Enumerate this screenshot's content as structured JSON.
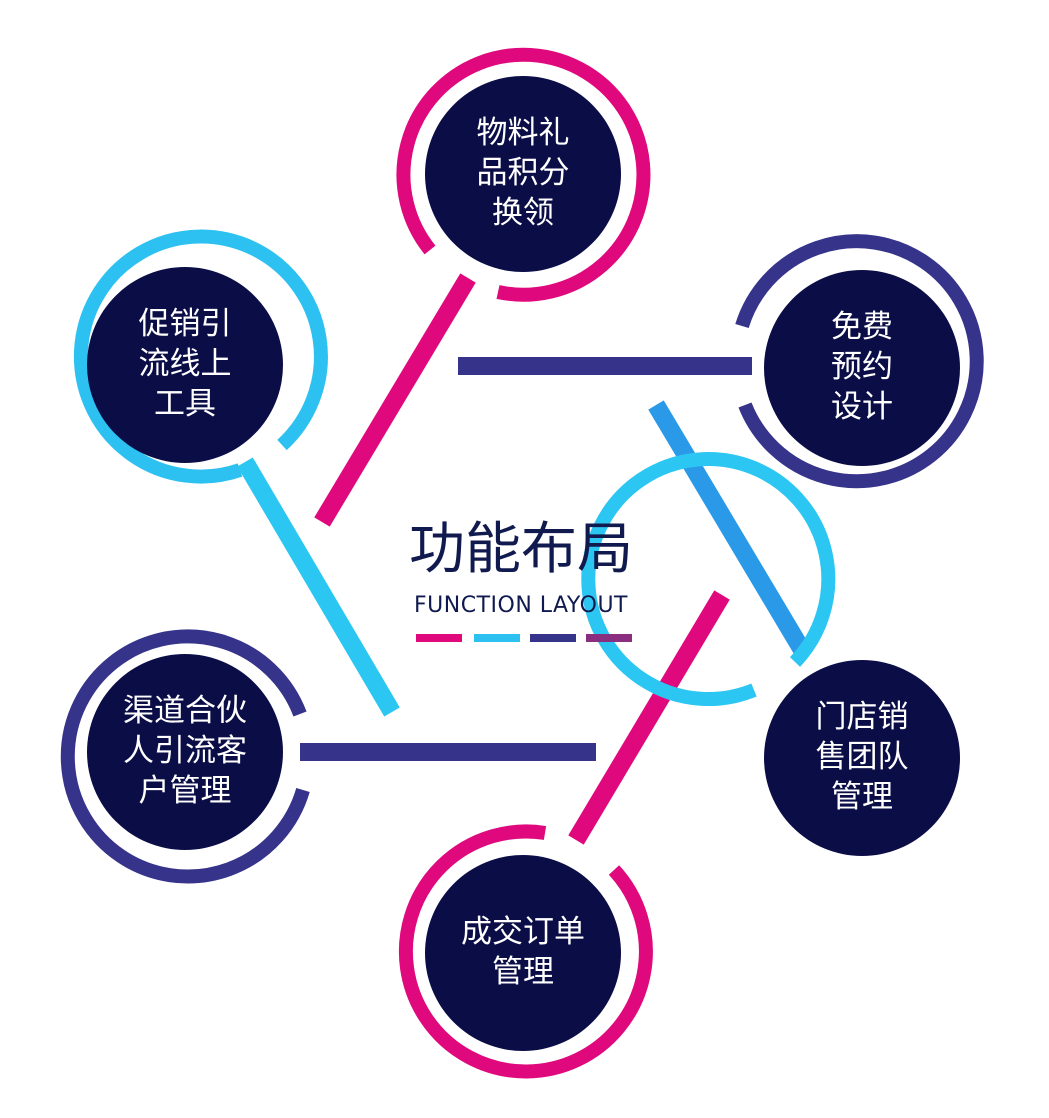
{
  "center": {
    "title": "功能布局",
    "subtitle": "FUNCTION LAYOUT",
    "legend_colors": [
      "#e0087d",
      "#2cc1f1",
      "#35338a",
      "#8a2f7f"
    ]
  },
  "colors": {
    "magenta": "#e0087d",
    "cyan": "#2cc1f1",
    "indigo": "#35338a",
    "node_fill": "#0b0d47",
    "text_dark": "#101a4e"
  },
  "nodes": [
    {
      "id": "top",
      "lines": [
        "物料礼",
        "品积分",
        "换领"
      ],
      "ring": "magenta"
    },
    {
      "id": "upper-right",
      "lines": [
        "免费",
        "预约",
        "设计"
      ],
      "ring": "indigo"
    },
    {
      "id": "lower-right",
      "lines": [
        "门店销",
        "售团队",
        "管理"
      ],
      "ring": "cyan"
    },
    {
      "id": "bottom",
      "lines": [
        "成交订单",
        "管理"
      ],
      "ring": "magenta"
    },
    {
      "id": "lower-left",
      "lines": [
        "渠道合伙",
        "人引流客",
        "户管理"
      ],
      "ring": "indigo"
    },
    {
      "id": "upper-left",
      "lines": [
        "促销引",
        "流线上",
        "工具"
      ],
      "ring": "cyan"
    }
  ]
}
